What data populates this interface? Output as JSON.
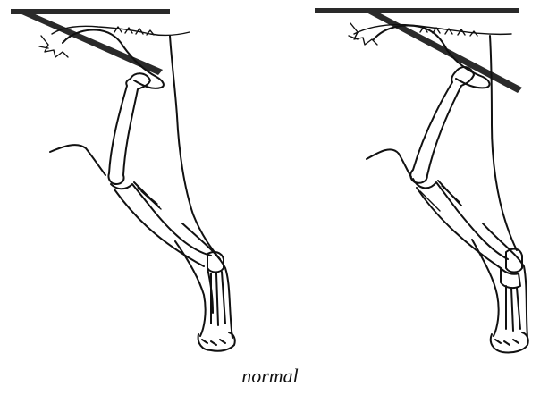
{
  "figure": {
    "caption": "normal",
    "panels": [
      {
        "id": "left",
        "ink_color": "#111111",
        "bar_color": "#2a2a2a"
      },
      {
        "id": "right",
        "ink_color": "#111111",
        "bar_color": "#2a2a2a"
      }
    ]
  }
}
